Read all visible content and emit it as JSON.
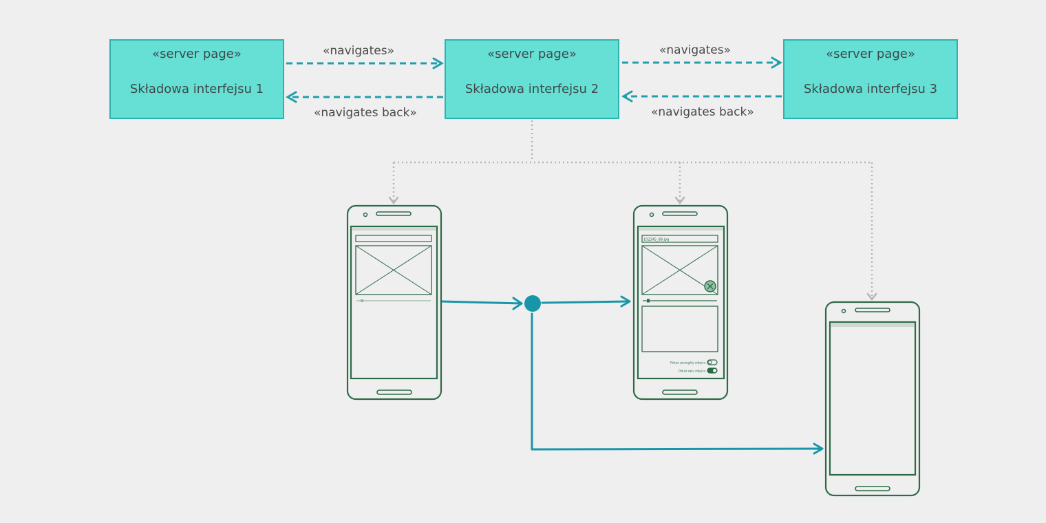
{
  "colors": {
    "background": "#efefef",
    "page_fill": "#66dfd5",
    "page_border": "#2bb3b1",
    "nav_arrow": "#1f9fae",
    "dotted_connector": "#b5b5b5",
    "phone_stroke": "#2d6a47",
    "flow_line": "#1896a9"
  },
  "server_pages": [
    {
      "stereotype": "«server page»",
      "name": "Składowa interfejsu 1"
    },
    {
      "stereotype": "«server page»",
      "name": "Składowa interfejsu 2"
    },
    {
      "stereotype": "«server page»",
      "name": "Składowa interfejsu 3"
    }
  ],
  "edges": [
    {
      "label": "«navigates»"
    },
    {
      "label": "«navigates back»"
    },
    {
      "label": "«navigates»"
    },
    {
      "label": "«navigates back»"
    }
  ],
  "mockups": {
    "phone2_filename": "102345_88.jpg",
    "phone2_toggle_1": "Pokaż szczegóły zdjęcia",
    "phone2_toggle_2": "Pokaż opis zdjęcia"
  }
}
